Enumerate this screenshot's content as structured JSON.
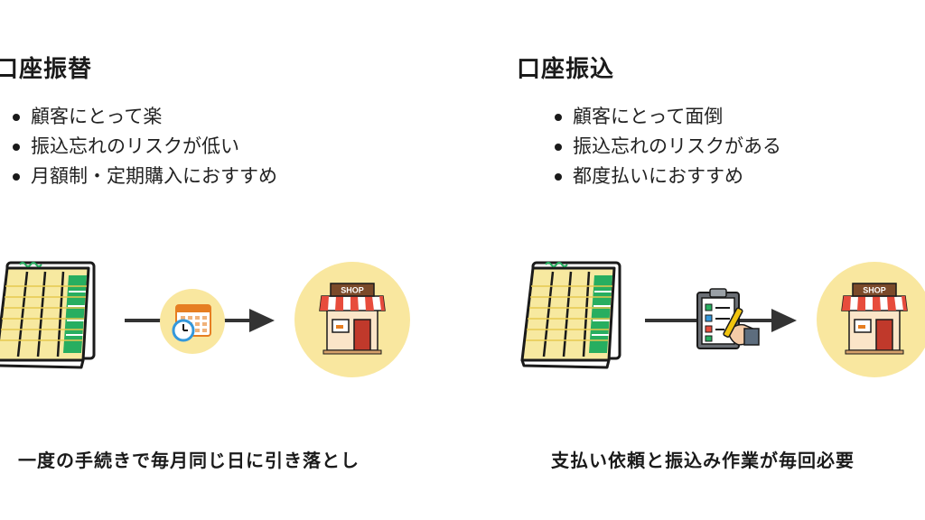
{
  "left": {
    "title": "口座振替",
    "bullets": [
      "顧客にとって楽",
      "振込忘れのリスクが低い",
      "月額制・定期購入におすすめ"
    ],
    "caption": "一度の手続きで毎月同じ日に引き落とし",
    "middle_icon": "calendar-clock-icon"
  },
  "right": {
    "title": "口座振込",
    "bullets": [
      "顧客にとって面倒",
      "振込忘れのリスクがある",
      "都度払いにおすすめ"
    ],
    "caption": "支払い依頼と振込み作業が毎回必要",
    "middle_icon": "clipboard-writing-icon"
  },
  "shop_sign": "SHOP",
  "icons": {
    "ledger": "bankbook-icon",
    "shop": "shop-icon",
    "arrow": "arrow-right-icon"
  },
  "colors": {
    "circle": "#f9e79f",
    "awning_red": "#e74c3c",
    "ledger_green": "#27ae60",
    "ledger_yellow": "#f7e9a0",
    "arrow": "#333333"
  }
}
